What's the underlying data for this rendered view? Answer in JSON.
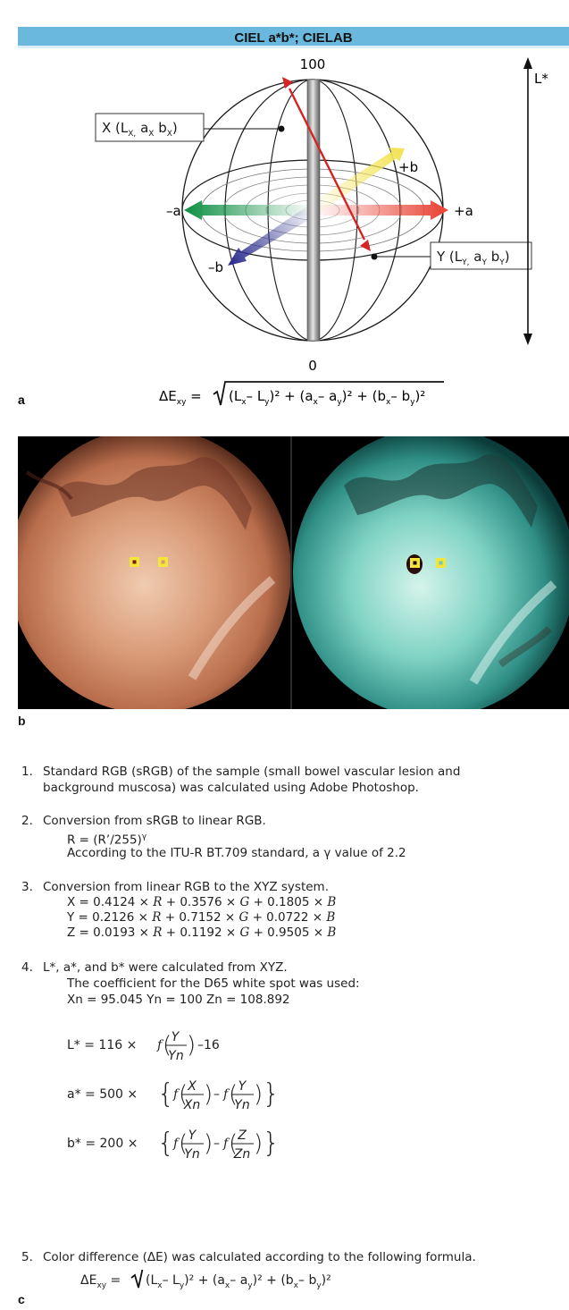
{
  "panel_a": {
    "title": "CIEL a*b*; CIELAB",
    "top_value": "100",
    "bottom_value": "0",
    "axis_L_label": "L*",
    "axis_plus_a": "+a",
    "axis_minus_a": "–a",
    "axis_plus_b": "+b",
    "axis_minus_b": "–b",
    "point_x_label": "X (L",
    "point_x_sub": "X,",
    "point_x_mid": " a",
    "point_x_sub2": "X",
    "point_x_mid2": " b",
    "point_x_sub3": "X",
    "point_x_end": ")",
    "point_y_label": "Y (L",
    "point_y_sub": "Y,",
    "point_y_mid": " a",
    "point_y_sub2": "Y",
    "point_y_mid2": " b",
    "point_y_sub3": "Y",
    "point_y_end": ")",
    "letter": "a",
    "formula_lhs": "ΔE",
    "formula_lhs_sub": "xy",
    "formula_rhs": "(Lₓ– Lᵧ)² + (aₓ– aᵧ)² + (bₓ– bᵧ)²",
    "colors": {
      "green": "#1f9a4a",
      "red": "#e8473a",
      "yellow": "#f2e35a",
      "blue": "#2e2f8e",
      "pole": "#8c8c8c"
    }
  },
  "panel_b": {
    "letter": "b"
  },
  "panel_c": {
    "letter": "c",
    "step1_num": "1.",
    "step1_line1": "Standard RGB (sRGB) of the sample (small bowel vascular lesion and",
    "step1_line2": "background muscosa) was calculated using Adobe Photoshop.",
    "step2_num": "2.",
    "step2_line1": "Conversion from sRGB to linear RGB.",
    "step2_eq": "R = (R’/255)",
    "step2_eq_sup": "γ",
    "step2_line3": "According to the ITU-R BT.709 standard, a γ value of 2.2",
    "step3_num": "3.",
    "step3_line1": "Conversion from linear RGB to the XYZ system.",
    "step3_x": [
      "X = 0.4124 × ",
      "R",
      " + 0.3576 × ",
      "G",
      " + 0.1805 × ",
      "B"
    ],
    "step3_y": [
      "Y = 0.2126 × ",
      "R",
      " + 0.7152 × ",
      "G",
      " + 0.0722 × ",
      "B"
    ],
    "step3_z": [
      "Z = 0.0193 × ",
      "R",
      " + 0.1192 × ",
      "G",
      " + 0.9505 × ",
      "B"
    ],
    "step4_num": "4.",
    "step4_line1": "L*, a*, and b* were calculated from XYZ.",
    "step4_line2": "The coefficient for the D65 white spot was used:",
    "step4_line3": "Xn = 95.045   Yn = 100   Zn = 108.892",
    "L_eq_prefix": "L* = 116 × ",
    "L_eq_suffix": "–16",
    "a_eq_prefix": "a* = 500 × ",
    "b_eq_prefix": "b* = 200 × ",
    "f": "f",
    "frac_Y": "Y",
    "frac_Yn": "Yn",
    "frac_X": "X",
    "frac_Xn": "Xn",
    "frac_Z": "Z",
    "frac_Zn": "Zn",
    "minus": "–",
    "step5_num": "5.",
    "step5_line1": "Color difference (ΔE) was calculated according to the following formula."
  }
}
